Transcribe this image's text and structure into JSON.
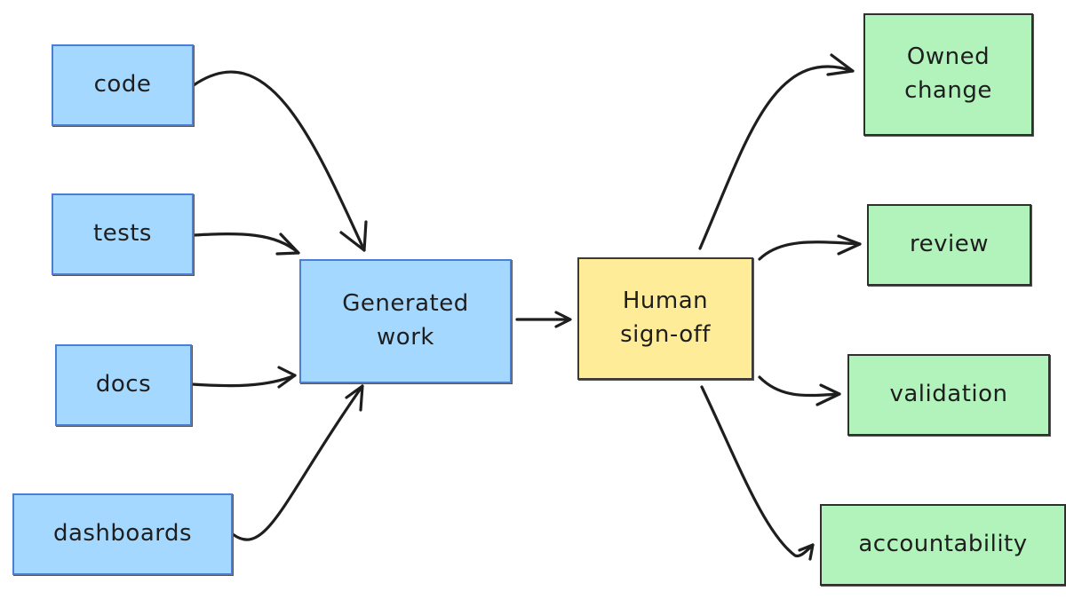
{
  "inputs": {
    "code": "code",
    "tests": "tests",
    "docs": "docs",
    "dashboards": "dashboards"
  },
  "center": {
    "generated_work": "Generated\nwork",
    "human_signoff": "Human\nsign-off"
  },
  "outputs": {
    "owned_change": "Owned\nchange",
    "review": "review",
    "validation": "validation",
    "accountability": "accountability"
  },
  "colors": {
    "input_fill": "#a5d8ff",
    "input_border": "#4a7fd4",
    "signoff_fill": "#ffec99",
    "output_fill": "#b2f2bb",
    "arrow": "#1e1e1e"
  }
}
